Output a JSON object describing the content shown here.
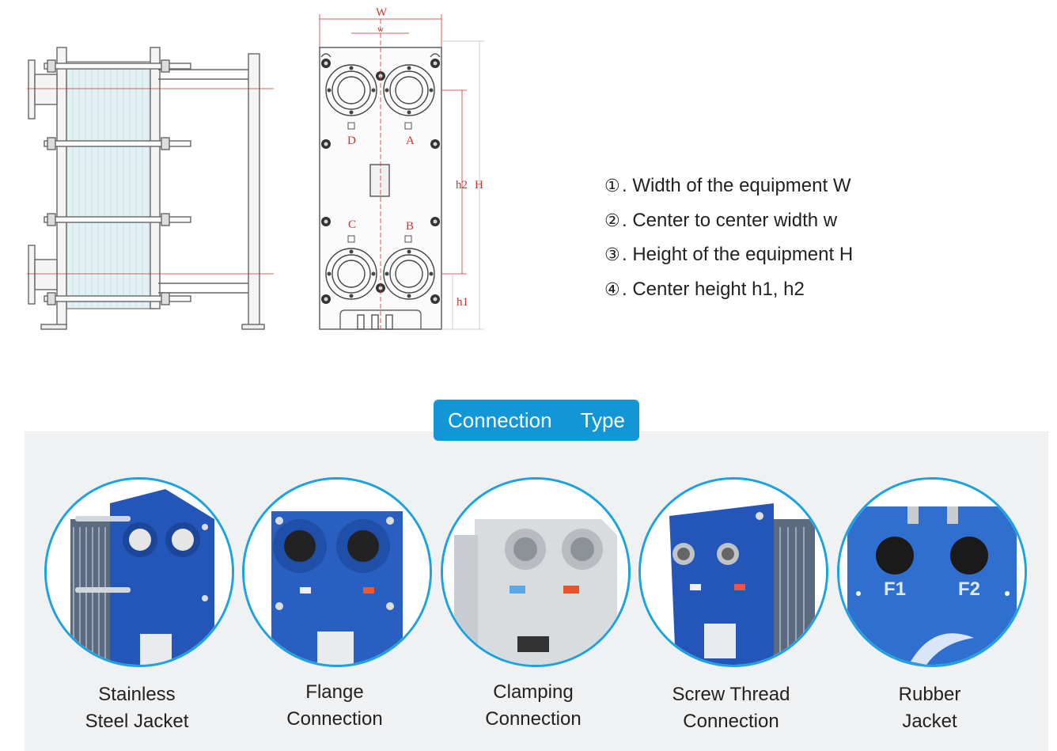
{
  "drawing": {
    "dim_W": "W",
    "dim_w": "w",
    "dim_h2": "h2",
    "dim_H": "H",
    "dim_h1": "h1",
    "port_a": "A",
    "port_b": "B",
    "port_c": "C",
    "port_d": "D"
  },
  "specs": [
    {
      "marker": "①",
      "text": ". Width of the equipment W"
    },
    {
      "marker": "②",
      "text": ". Center to center width w"
    },
    {
      "marker": "③",
      "text": ". Height of the equipment H"
    },
    {
      "marker": "④",
      "text": ". Center height h1, h2"
    }
  ],
  "connection": {
    "title_word1": "Connection",
    "title_word2": "Type",
    "items": [
      {
        "line1": "Stainless",
        "line2": "Steel Jacket"
      },
      {
        "line1": "Flange",
        "line2": "Connection"
      },
      {
        "line1": "Clamping",
        "line2": "Connection"
      },
      {
        "line1": "Screw Thread",
        "line2": "Connection"
      },
      {
        "line1": "Rubber",
        "line2": "Jacket",
        "port1": "F1",
        "port2": "F2"
      }
    ]
  },
  "colors": {
    "accent": "#1396d6",
    "circle_border": "#1aa3e0",
    "plate_blue": "#2455b8",
    "panel_bg": "#f0f1f3",
    "dimension_red": "#cc3333"
  }
}
